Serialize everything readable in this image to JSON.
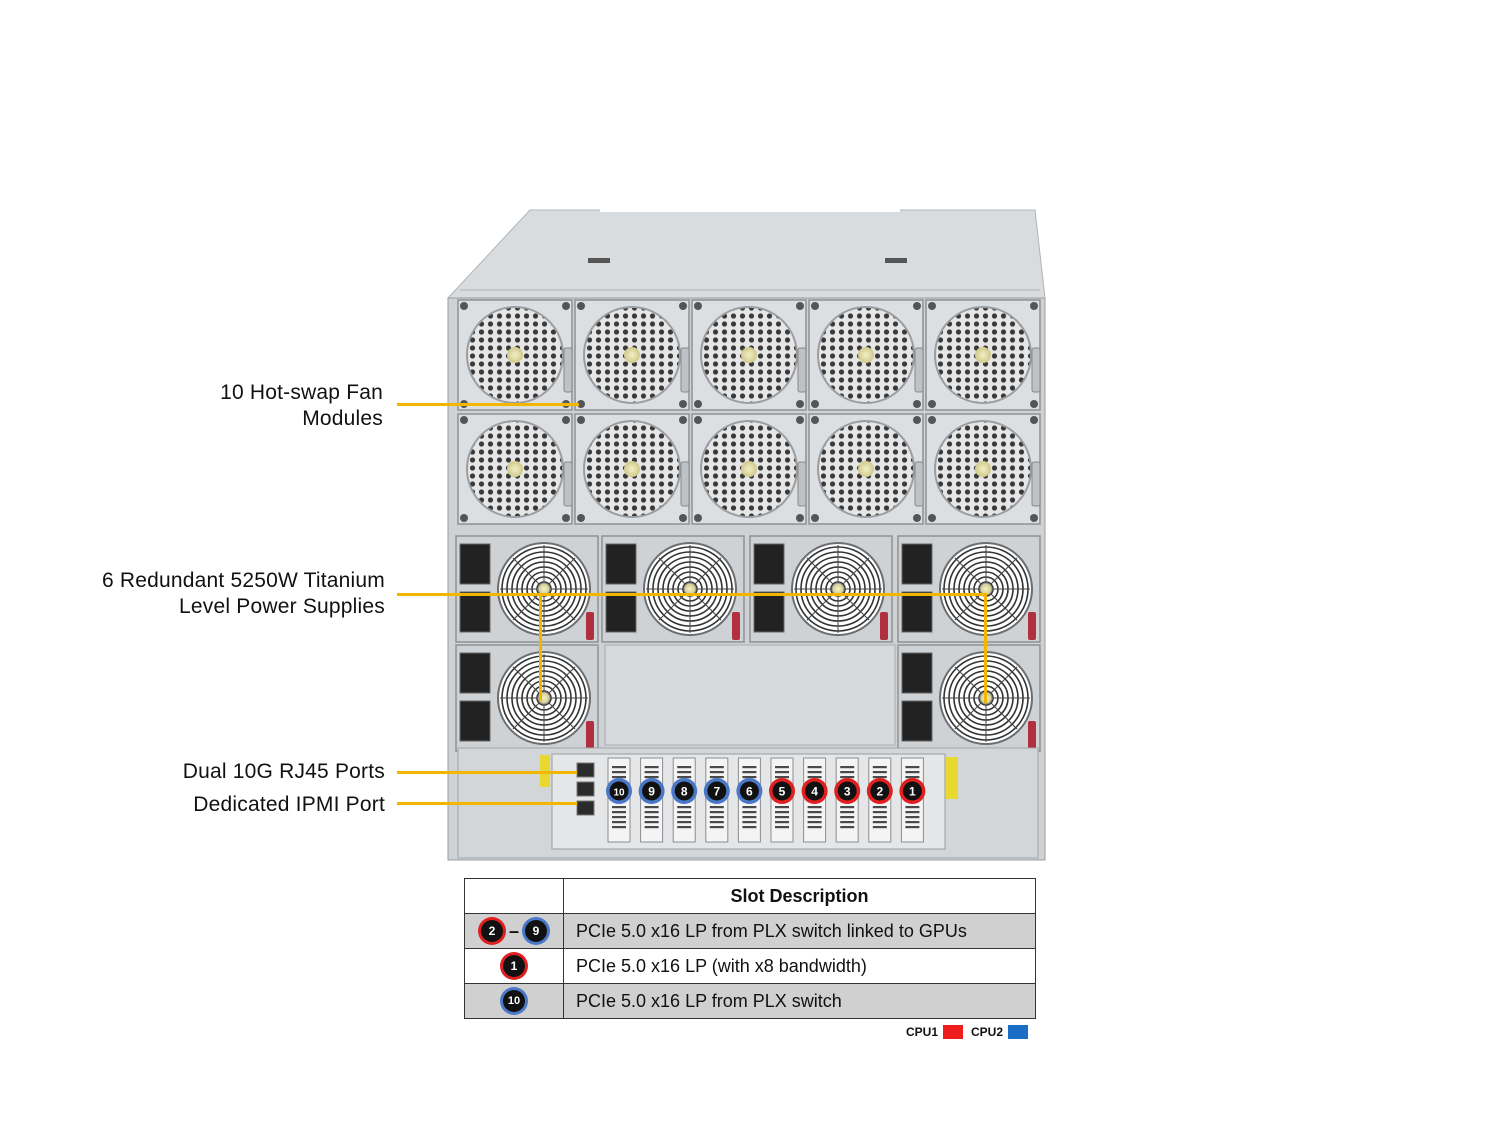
{
  "callouts": {
    "fans": [
      "10 Hot-swap Fan",
      "Modules"
    ],
    "psu": [
      "6 Redundant 5250W Titanium",
      "Level Power Supplies"
    ],
    "rj45": "Dual 10G RJ45 Ports",
    "ipmi": "Dedicated IPMI Port"
  },
  "slot_numbers": [
    "10",
    "9",
    "8",
    "7",
    "6",
    "5",
    "4",
    "3",
    "2",
    "1"
  ],
  "slot_cpu": [
    "CPU2",
    "CPU2",
    "CPU2",
    "CPU2",
    "CPU2",
    "CPU1",
    "CPU1",
    "CPU1",
    "CPU1",
    "CPU1"
  ],
  "table": {
    "header": "Slot Description",
    "rows": [
      {
        "from": "2",
        "to": "9",
        "from_color": "red",
        "to_color": "blue",
        "dash": "–",
        "description": "PCIe 5.0 x16 LP from PLX switch linked to GPUs"
      },
      {
        "from": "1",
        "from_color": "red",
        "description": "PCIe 5.0 x16 LP (with x8 bandwidth)"
      },
      {
        "from": "10",
        "from_color": "blue",
        "description": "PCIe 5.0 x16 LP from PLX switch"
      }
    ]
  },
  "legend": [
    {
      "label": "CPU1",
      "color": "#ee1c1c"
    },
    {
      "label": "CPU2",
      "color": "#1a6fc4"
    }
  ],
  "colors": {
    "leader": "#f2b600",
    "cpu1_ring": "#e02020",
    "cpu2_ring": "#4a78c8"
  }
}
